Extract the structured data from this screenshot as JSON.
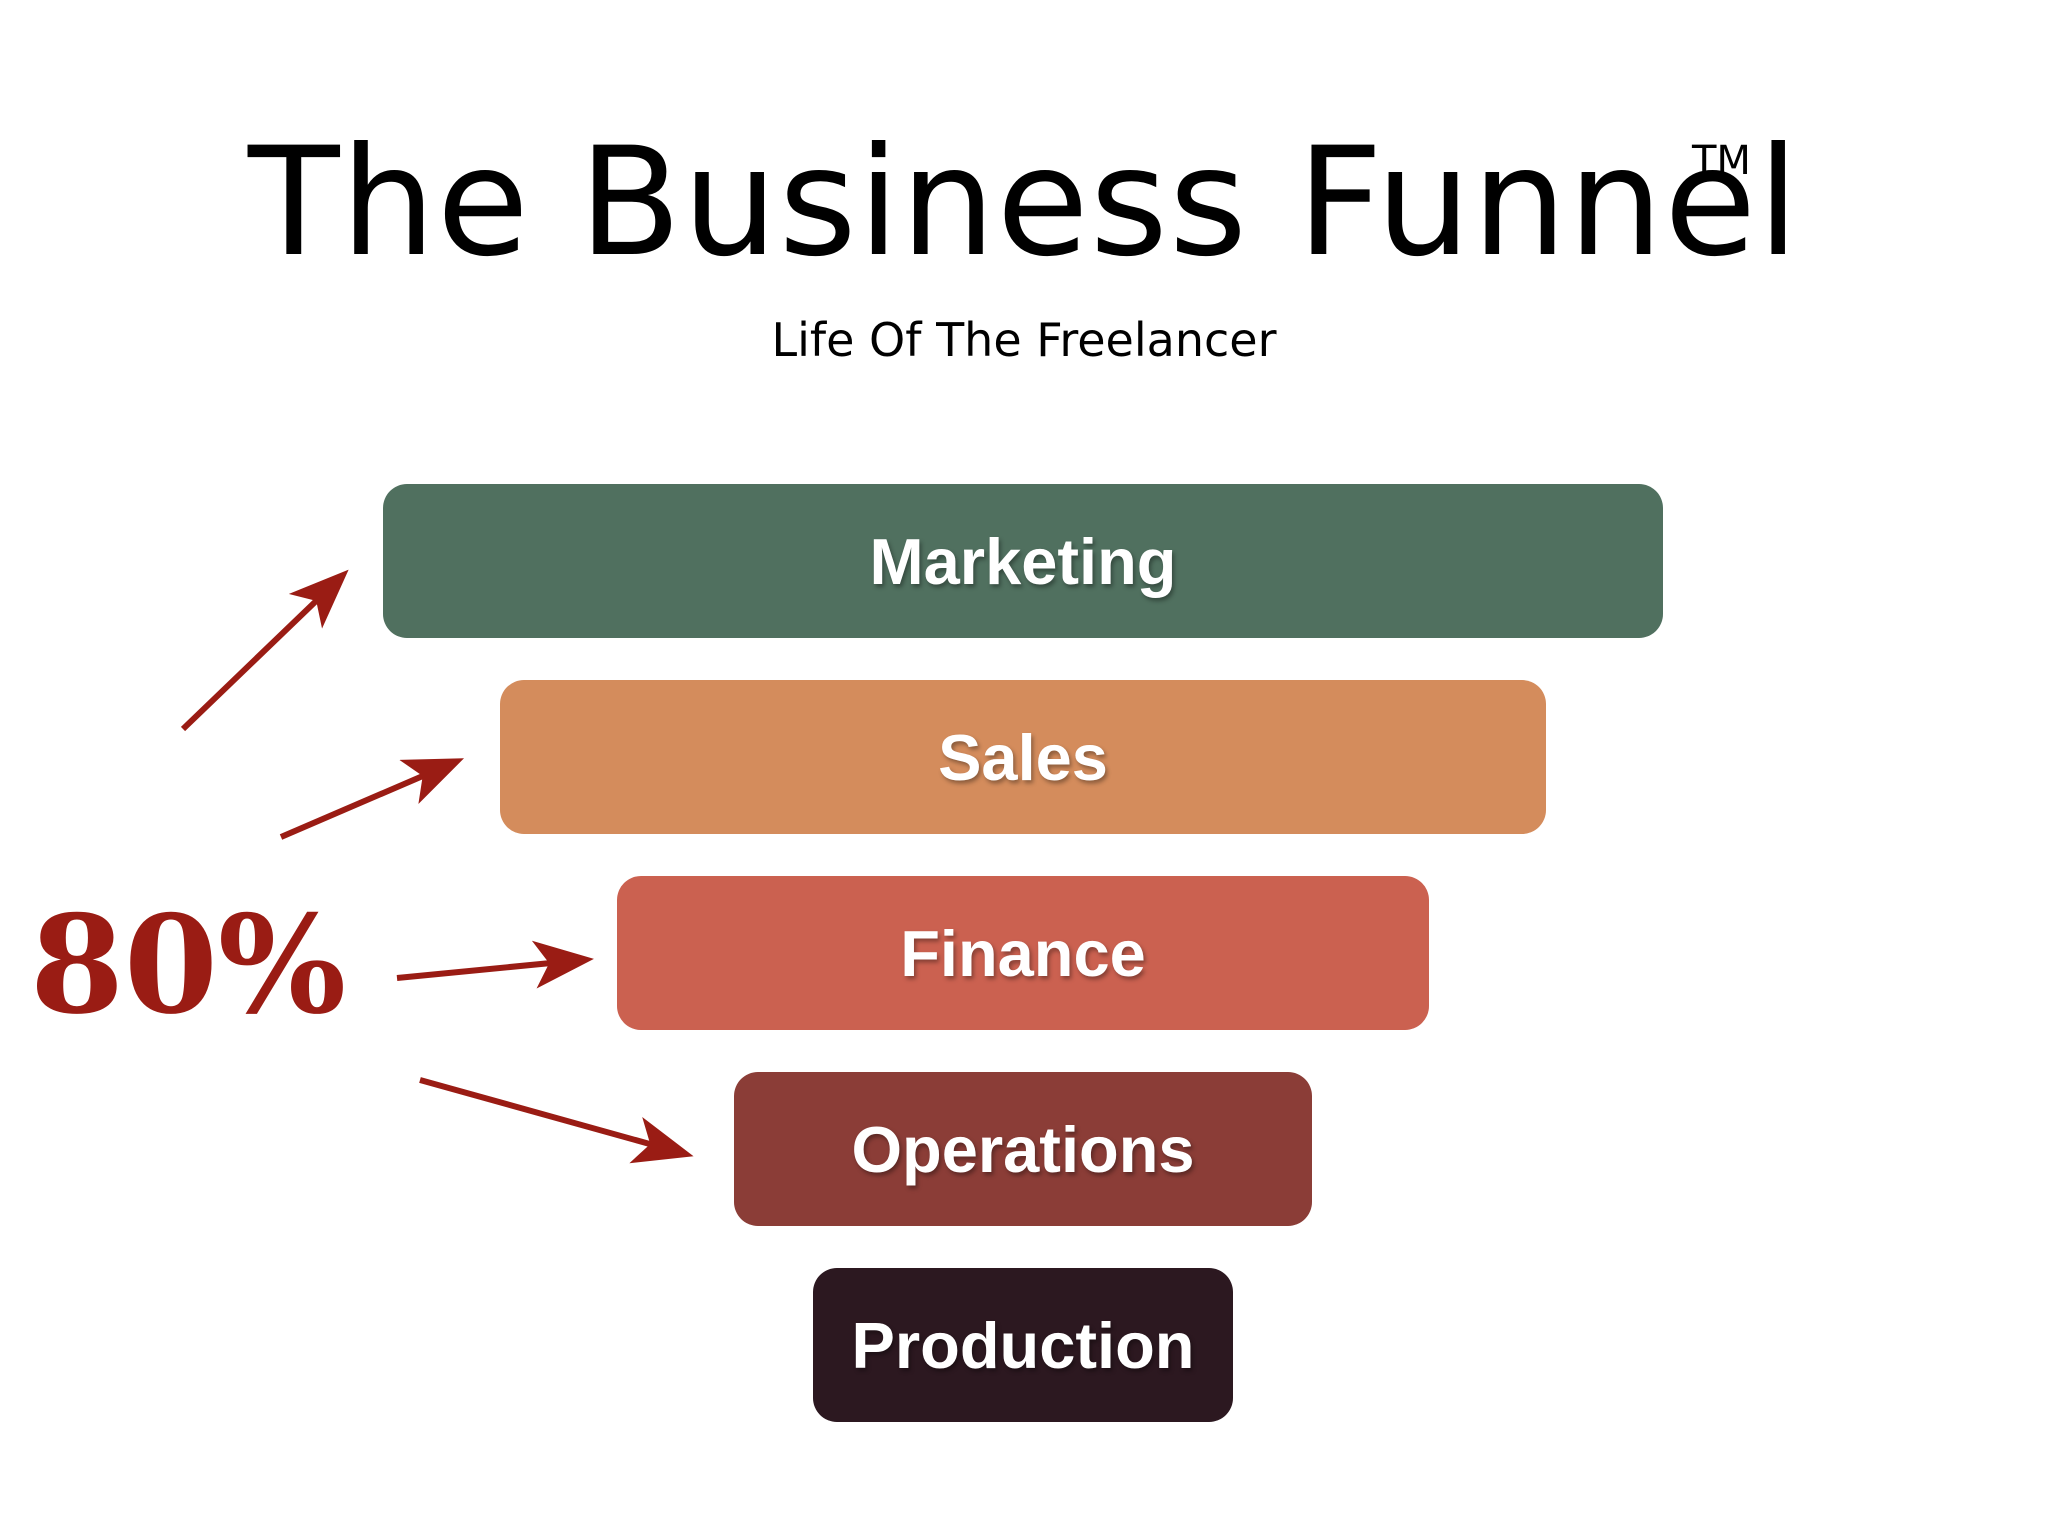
{
  "title": "The Business Funnel",
  "trademark": "TM",
  "subtitle": "Life Of The Freelancer",
  "stages": [
    {
      "label": "Marketing",
      "color": "#50705f"
    },
    {
      "label": "Sales",
      "color": "#d48c5c"
    },
    {
      "label": "Finance",
      "color": "#cb6150"
    },
    {
      "label": "Operations",
      "color": "#8b3d37"
    },
    {
      "label": "Production",
      "color": "#2c1820"
    }
  ],
  "annotation": {
    "label": "80%",
    "color": "#9a1c14",
    "points_to": [
      "Marketing",
      "Sales",
      "Finance",
      "Operations"
    ]
  }
}
